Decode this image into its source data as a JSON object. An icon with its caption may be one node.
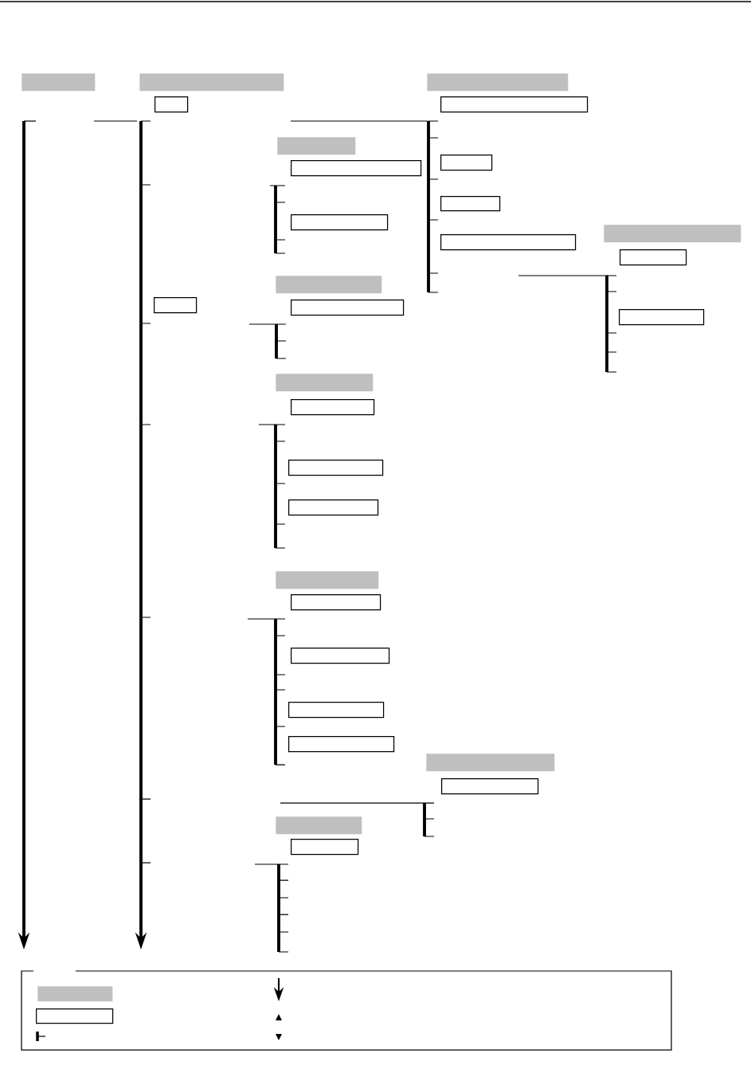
{
  "diagram": {
    "nodes": [
      {
        "text": [],
        "shape": "bar"
      },
      {
        "text": [],
        "shape": "bar"
      },
      {
        "text": [],
        "shape": "box"
      },
      {
        "text": [],
        "shape": "bar"
      },
      {
        "text": [],
        "shape": "box"
      },
      {
        "text": [],
        "shape": "bar"
      },
      {
        "text": [],
        "shape": "box"
      },
      {
        "text": [],
        "shape": "box"
      },
      {
        "text": [],
        "shape": "box"
      },
      {
        "text": [],
        "shape": "box"
      },
      {
        "text": [],
        "shape": "box"
      },
      {
        "text": [],
        "shape": "bar"
      },
      {
        "text": [],
        "shape": "box"
      },
      {
        "text": [],
        "shape": "bar"
      },
      {
        "text": [],
        "shape": "box"
      },
      {
        "text": [],
        "shape": "box"
      },
      {
        "text": [],
        "shape": "box"
      },
      {
        "text": [],
        "shape": "bar"
      },
      {
        "text": [],
        "shape": "box"
      },
      {
        "text": [],
        "shape": "box"
      },
      {
        "text": [],
        "shape": "box"
      },
      {
        "text": [],
        "shape": "bar"
      },
      {
        "text": [],
        "shape": "box"
      },
      {
        "text": [],
        "shape": "box"
      },
      {
        "text": [],
        "shape": "box"
      },
      {
        "text": [],
        "shape": "box"
      },
      {
        "text": [],
        "shape": "bar"
      },
      {
        "text": [],
        "shape": "box"
      },
      {
        "text": [],
        "shape": "bar"
      },
      {
        "text": [],
        "shape": "box"
      },
      {
        "text": [],
        "shape": "box"
      },
      {
        "text": [],
        "shape": "bar",
        "in": 30
      },
      {
        "text": [],
        "shape": "box",
        "in": 30
      }
    ]
  }
}
